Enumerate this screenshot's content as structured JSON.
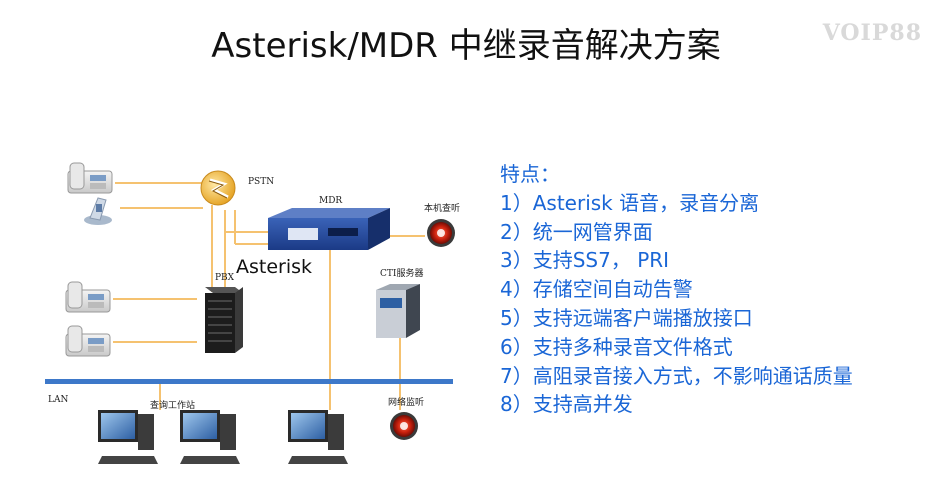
{
  "title": "Asterisk/MDR 中继录音解决方案",
  "watermark": "VOIP88",
  "diagram": {
    "labels": {
      "pstn": "PSTN",
      "mdr": "MDR",
      "local_monitor": "本机查听",
      "asterisk": "Asterisk",
      "pbx": "PBX",
      "cti_server": "CTI服务器",
      "lan": "LAN",
      "query_workstation": "查询工作站",
      "network_monitor": "网络监听"
    },
    "colors": {
      "line": "#f5c270",
      "lan_bar": "#3d78c9",
      "text_blue": "#1a66d6"
    }
  },
  "features": {
    "title": "特点：",
    "items": [
      "1）Asterisk 语音，录音分离",
      "2）统一网管界面",
      "3）支持SS7， PRI",
      "4）存储空间自动告警",
      "5）支持远端客户端播放接口",
      "6）支持多种录音文件格式",
      "7）高阻录音接入方式，不影响通话质量",
      "8）支持高并发"
    ]
  }
}
